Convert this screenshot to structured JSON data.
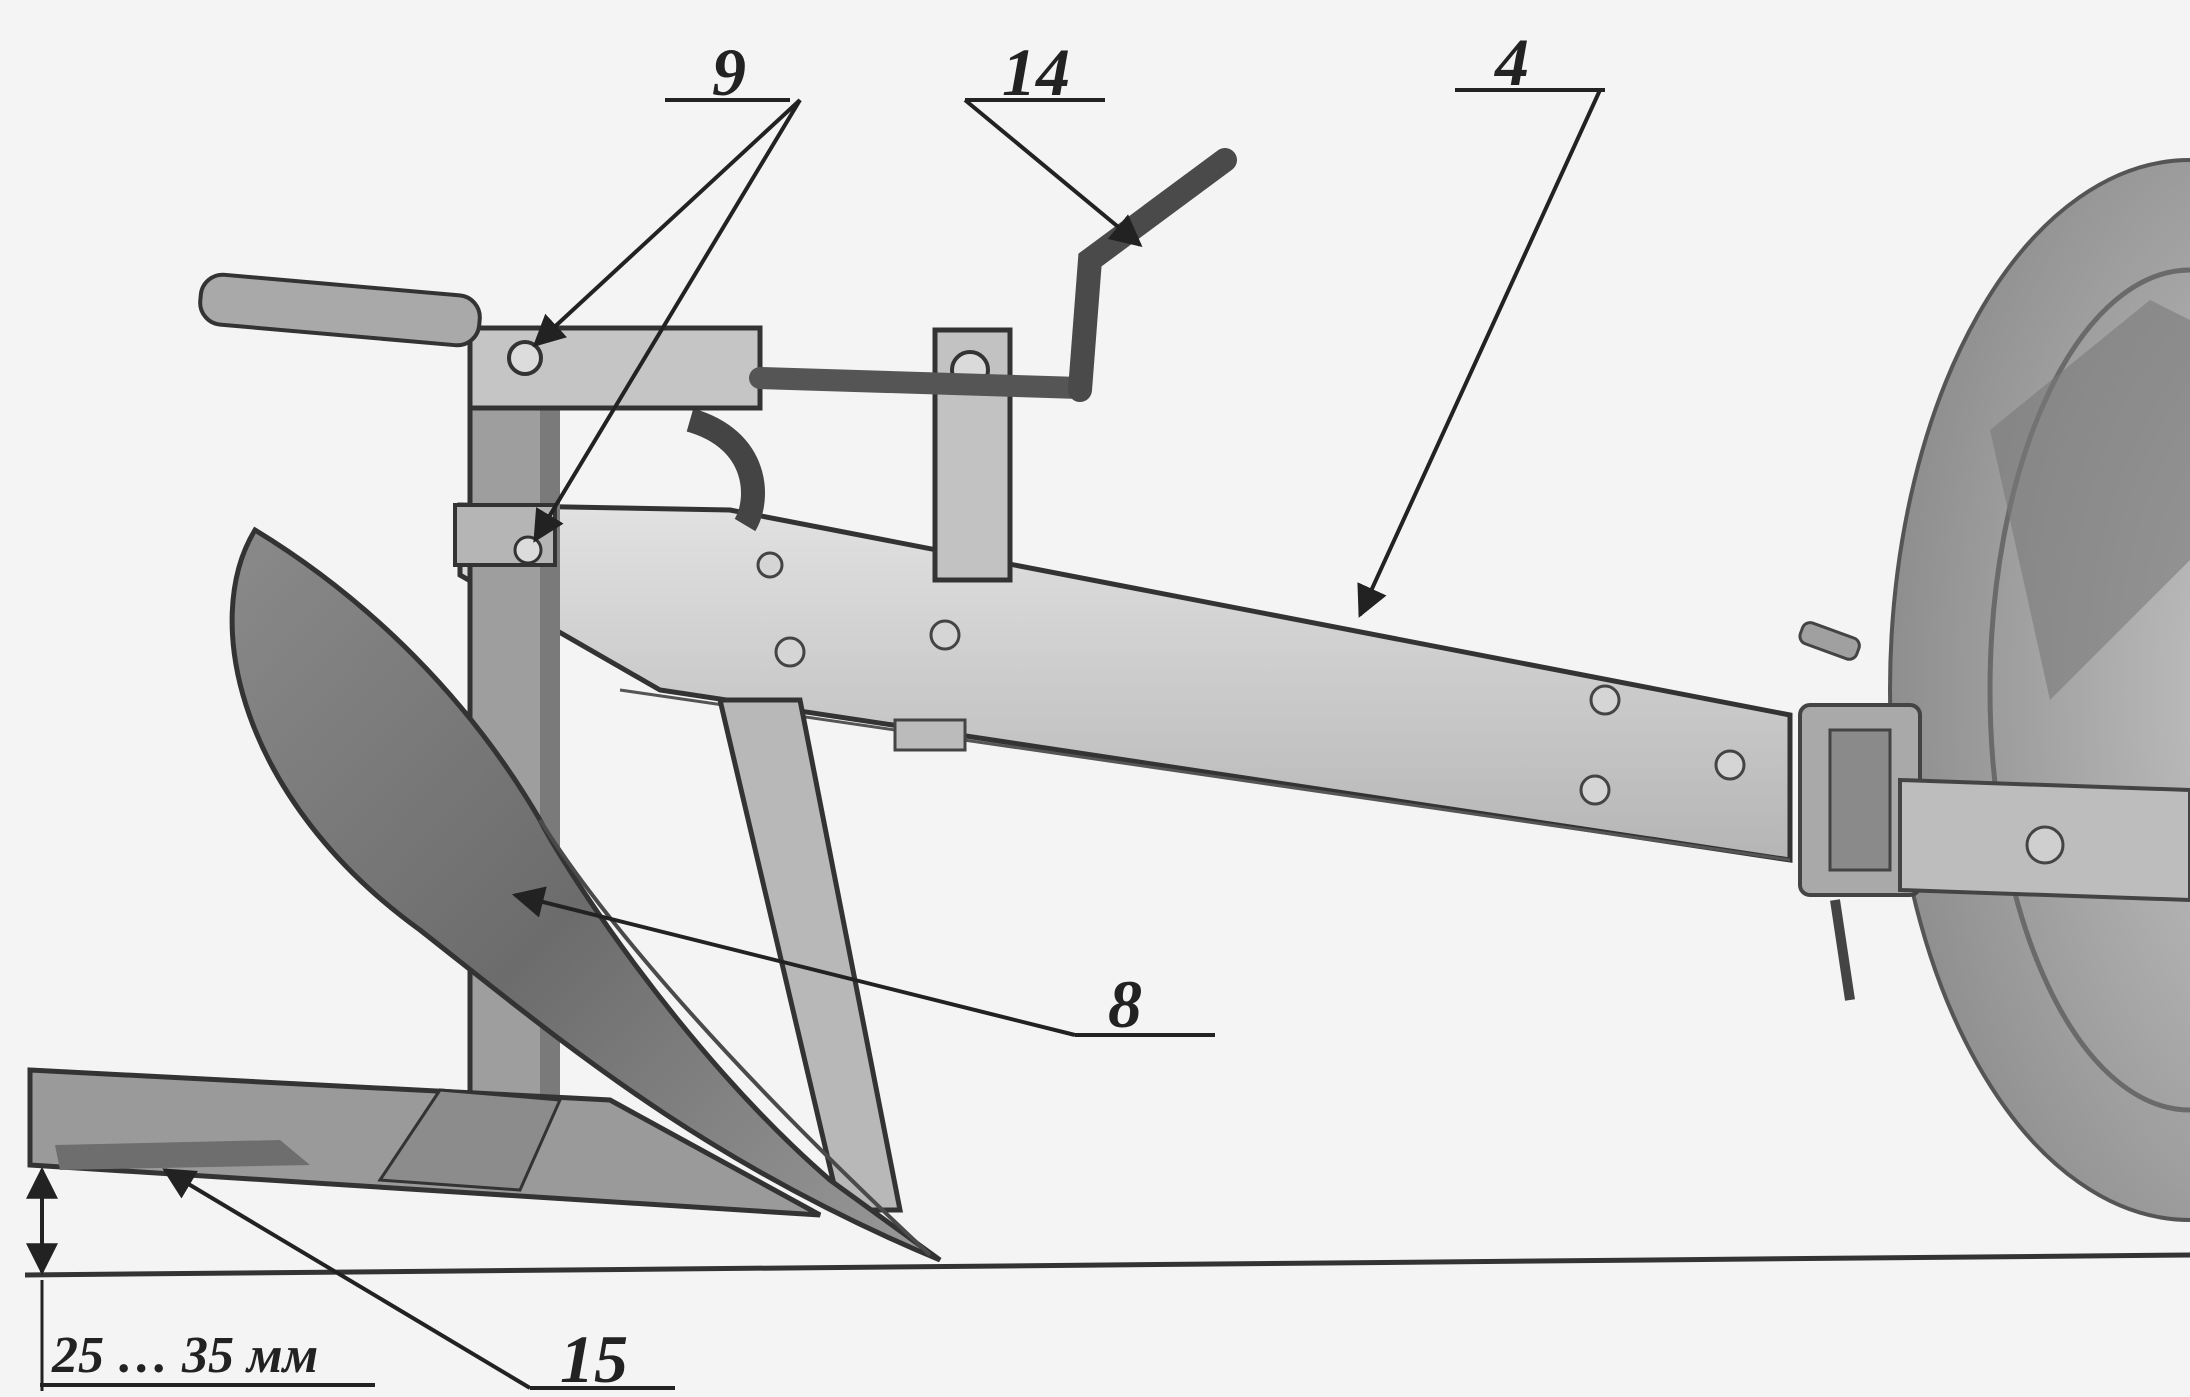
{
  "labels": {
    "c9": "9",
    "c14": "14",
    "c4": "4",
    "c8": "8",
    "c15": "15",
    "dimension": "25 … 35 мм"
  },
  "colors": {
    "background": "#f4f4f4",
    "steel_light": "#cfcfcf",
    "steel_mid": "#9d9d9d",
    "steel_dark": "#5c5c5c",
    "ink": "#222222"
  }
}
